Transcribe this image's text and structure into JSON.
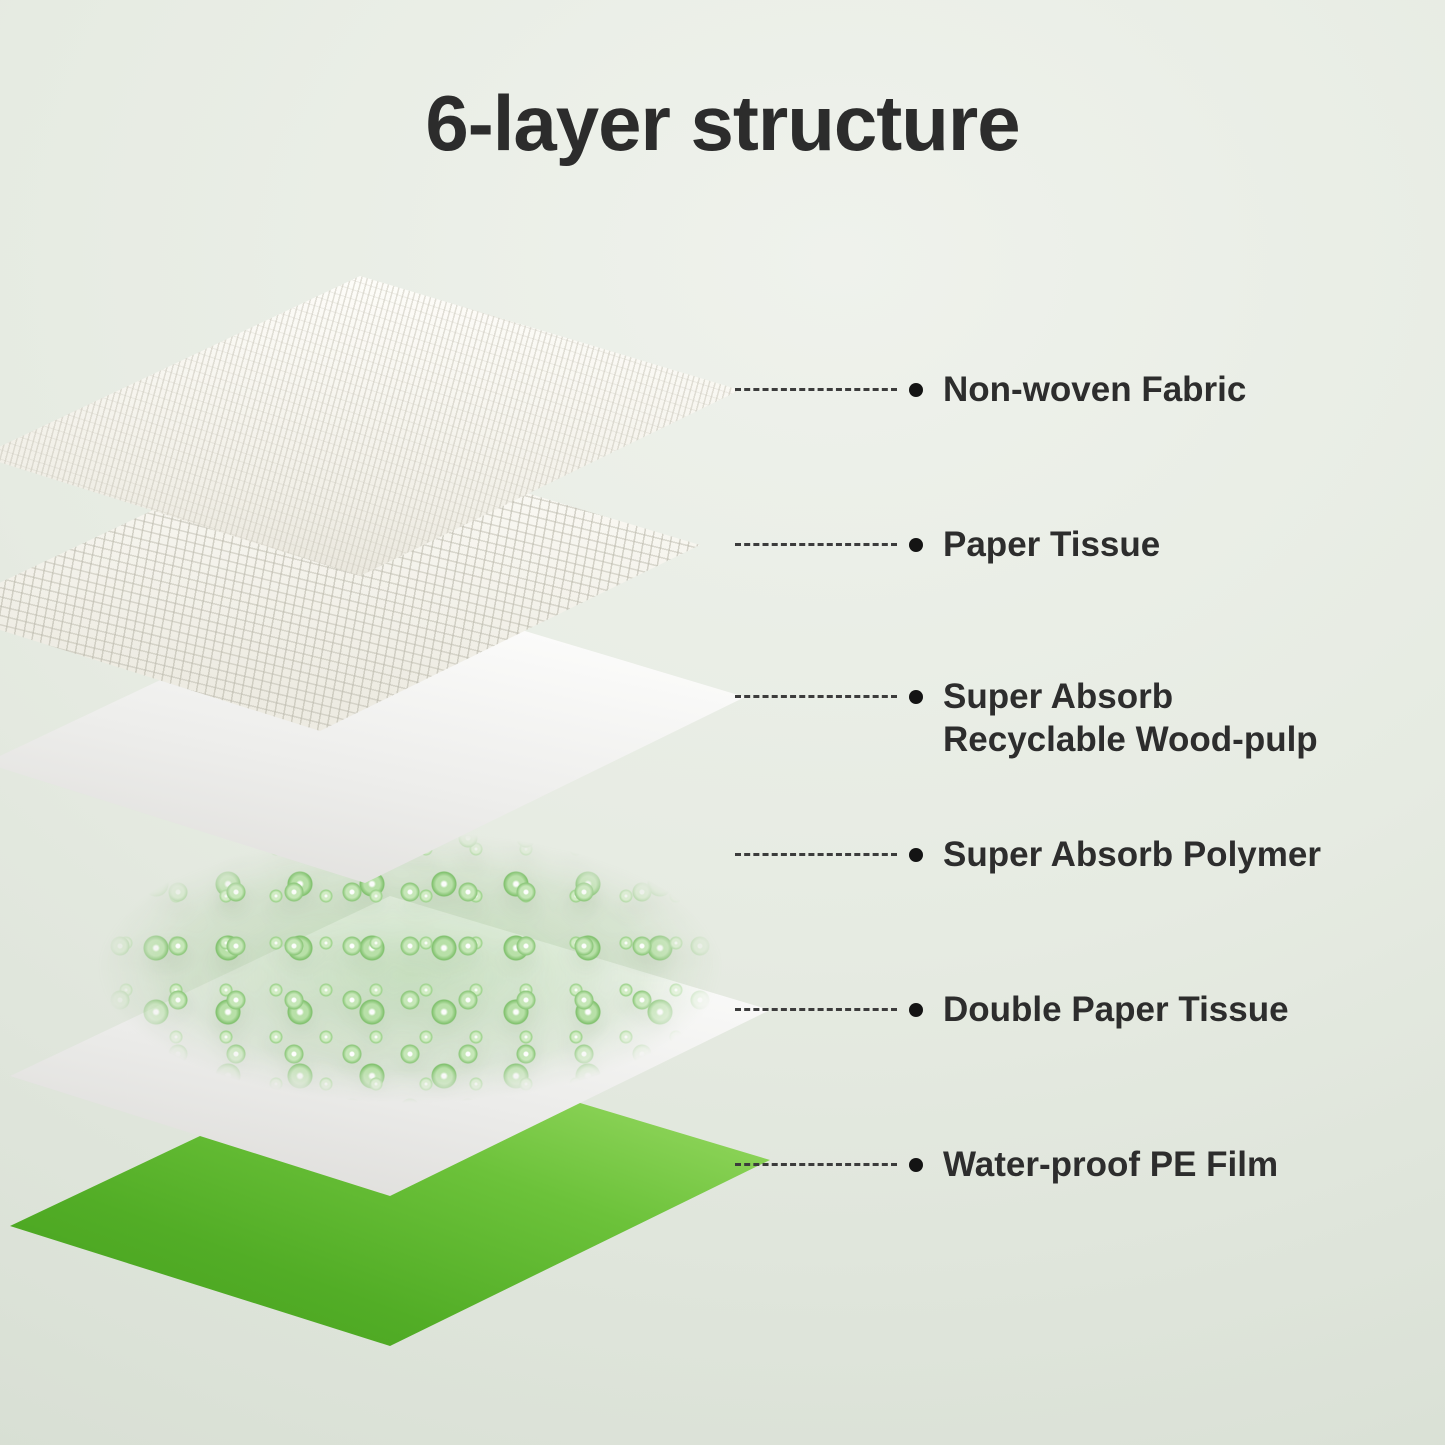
{
  "title": "6-layer structure",
  "layers": [
    {
      "name": "non-woven-fabric",
      "label": "Non-woven Fabric"
    },
    {
      "name": "paper-tissue",
      "label": "Paper Tissue"
    },
    {
      "name": "super-absorb-wood-pulp",
      "label": "Super Absorb\nRecyclable Wood-pulp"
    },
    {
      "name": "super-absorb-polymer",
      "label": "Super Absorb Polymer"
    },
    {
      "name": "double-paper-tissue",
      "label": "Double Paper Tissue"
    },
    {
      "name": "water-proof-pe-film",
      "label": "Water-proof PE Film"
    }
  ],
  "colors": {
    "background": "#e6ebe2",
    "text": "#2d2d2d",
    "pe_film_green": "#52ad26",
    "polymer_bead_green": "#8cc77a",
    "sheet_white": "#f5f4ee",
    "leader_line": "#3c3c3c"
  }
}
